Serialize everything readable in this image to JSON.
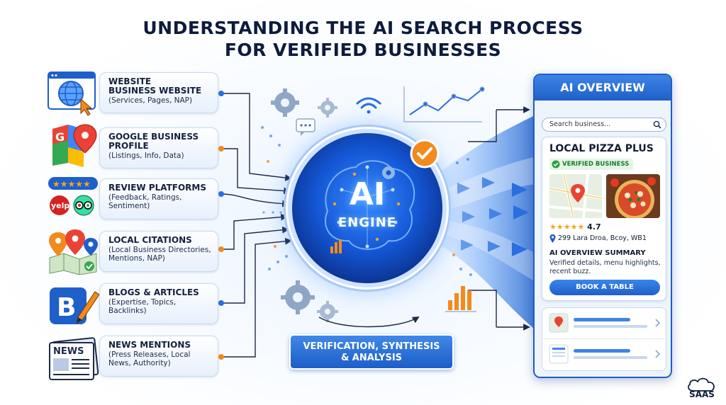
{
  "title": {
    "line1": "UNDERSTANDING THE AI SEARCH PROCESS",
    "line2": "FOR VERIFIED BUSINESSES"
  },
  "sources": [
    {
      "title": "WEBSITE",
      "title2": "BUSINESS WEBSITE",
      "sub": "(Services, Pages, NAP)",
      "icon": "globe-icon"
    },
    {
      "title": "GOOGLE BUSINESS",
      "title2": "PROFILE",
      "sub": "(Listings, Info, Data)",
      "icon": "google-maps-icon"
    },
    {
      "title": "REVIEW PLATFORMS",
      "title2": "",
      "sub": "(Feedback, Ratings, Sentiment)",
      "icon": "review-icon",
      "brand1": "yelp",
      "rating_stars": "★★★★★"
    },
    {
      "title": "LOCAL CITATIONS",
      "title2": "",
      "sub": "(Local Business Directories, Mentions, NAP)",
      "icon": "map-pins-icon"
    },
    {
      "title": "BLOGS & ARTICLES",
      "title2": "",
      "sub": "(Expertise, Topics, Backlinks)",
      "icon": "blog-icon",
      "letter": "B"
    },
    {
      "title": "NEWS MENTIONS",
      "title2": "",
      "sub": "(Press Releases, Local News, Authority)",
      "icon": "newspaper-icon",
      "letter": "NEWS"
    }
  ],
  "engine": {
    "line1": "AI",
    "line2": "ENGINE"
  },
  "banner": {
    "line1": "VERIFICATION, SYNTHESIS",
    "line2": "& ANALYSIS"
  },
  "overview": {
    "header": "AI OVERVIEW",
    "search_placeholder": "Search business...",
    "business_name": "LOCAL PIZZA PLUS",
    "verified_label": "VERIFIED BUSINESS",
    "stars": "★★★★★",
    "rating": "4.7",
    "address": "299 Lara Droa, Bcoy, WB1",
    "summary_title": "AI OVERVIEW SUMMARY",
    "summary_text": "Verified details, menu highlights, recent buzz.",
    "book_button": "BOOK A TABLE"
  },
  "logo": {
    "text": "SAAS"
  },
  "colors": {
    "primary": "#1f5fc9",
    "accent_orange": "#f28a1e",
    "verified_green": "#1f7a2e",
    "star_gold": "#f5a623",
    "dark_text": "#0d1b3d"
  }
}
